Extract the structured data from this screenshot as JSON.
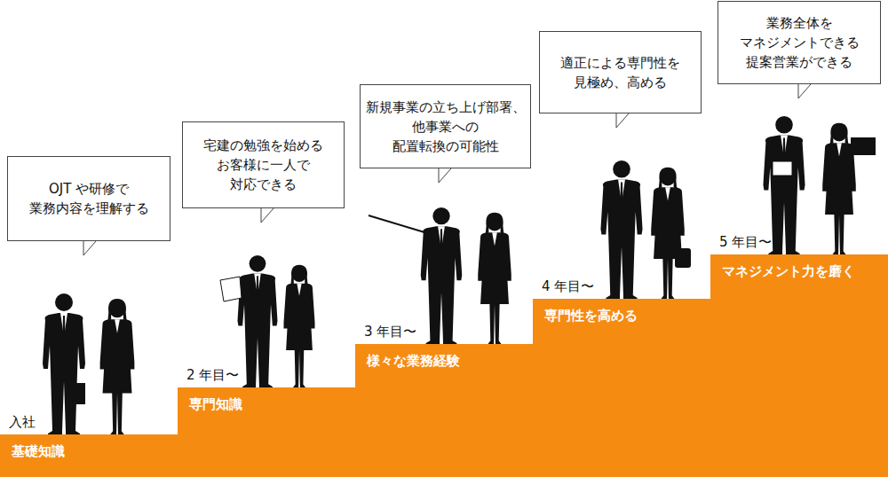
{
  "diagram": {
    "nodes": [
      {
        "text": [
          "OJT や研修で 業務内容を理解する"
        ]
      },
      {
        "text": [
          "入社",
          "基礎知識"
        ]
      },
      {
        "text": [
          "宅建の勉強を始める お客様に一人で 対応できる"
        ]
      },
      {
        "text": [
          "2 年目〜",
          "専門知識"
        ]
      },
      {
        "text": [
          "新規事業の立ち上げ部署、 他事業への 配置転換の可能性"
        ]
      },
      {
        "text": [
          "3 年目〜",
          "様々な業務経験"
        ]
      },
      {
        "text": [
          "適正による専門性を 見極め、高める"
        ]
      },
      {
        "text": [
          "4 年目〜",
          "専門性を高める"
        ]
      },
      {
        "text": [
          "業務全体を マネジメントできる 提案営業ができる"
        ]
      },
      {
        "text": [
          "5 年目〜",
          "マネジメント力を磨く"
        ]
      }
    ]
  }
}
